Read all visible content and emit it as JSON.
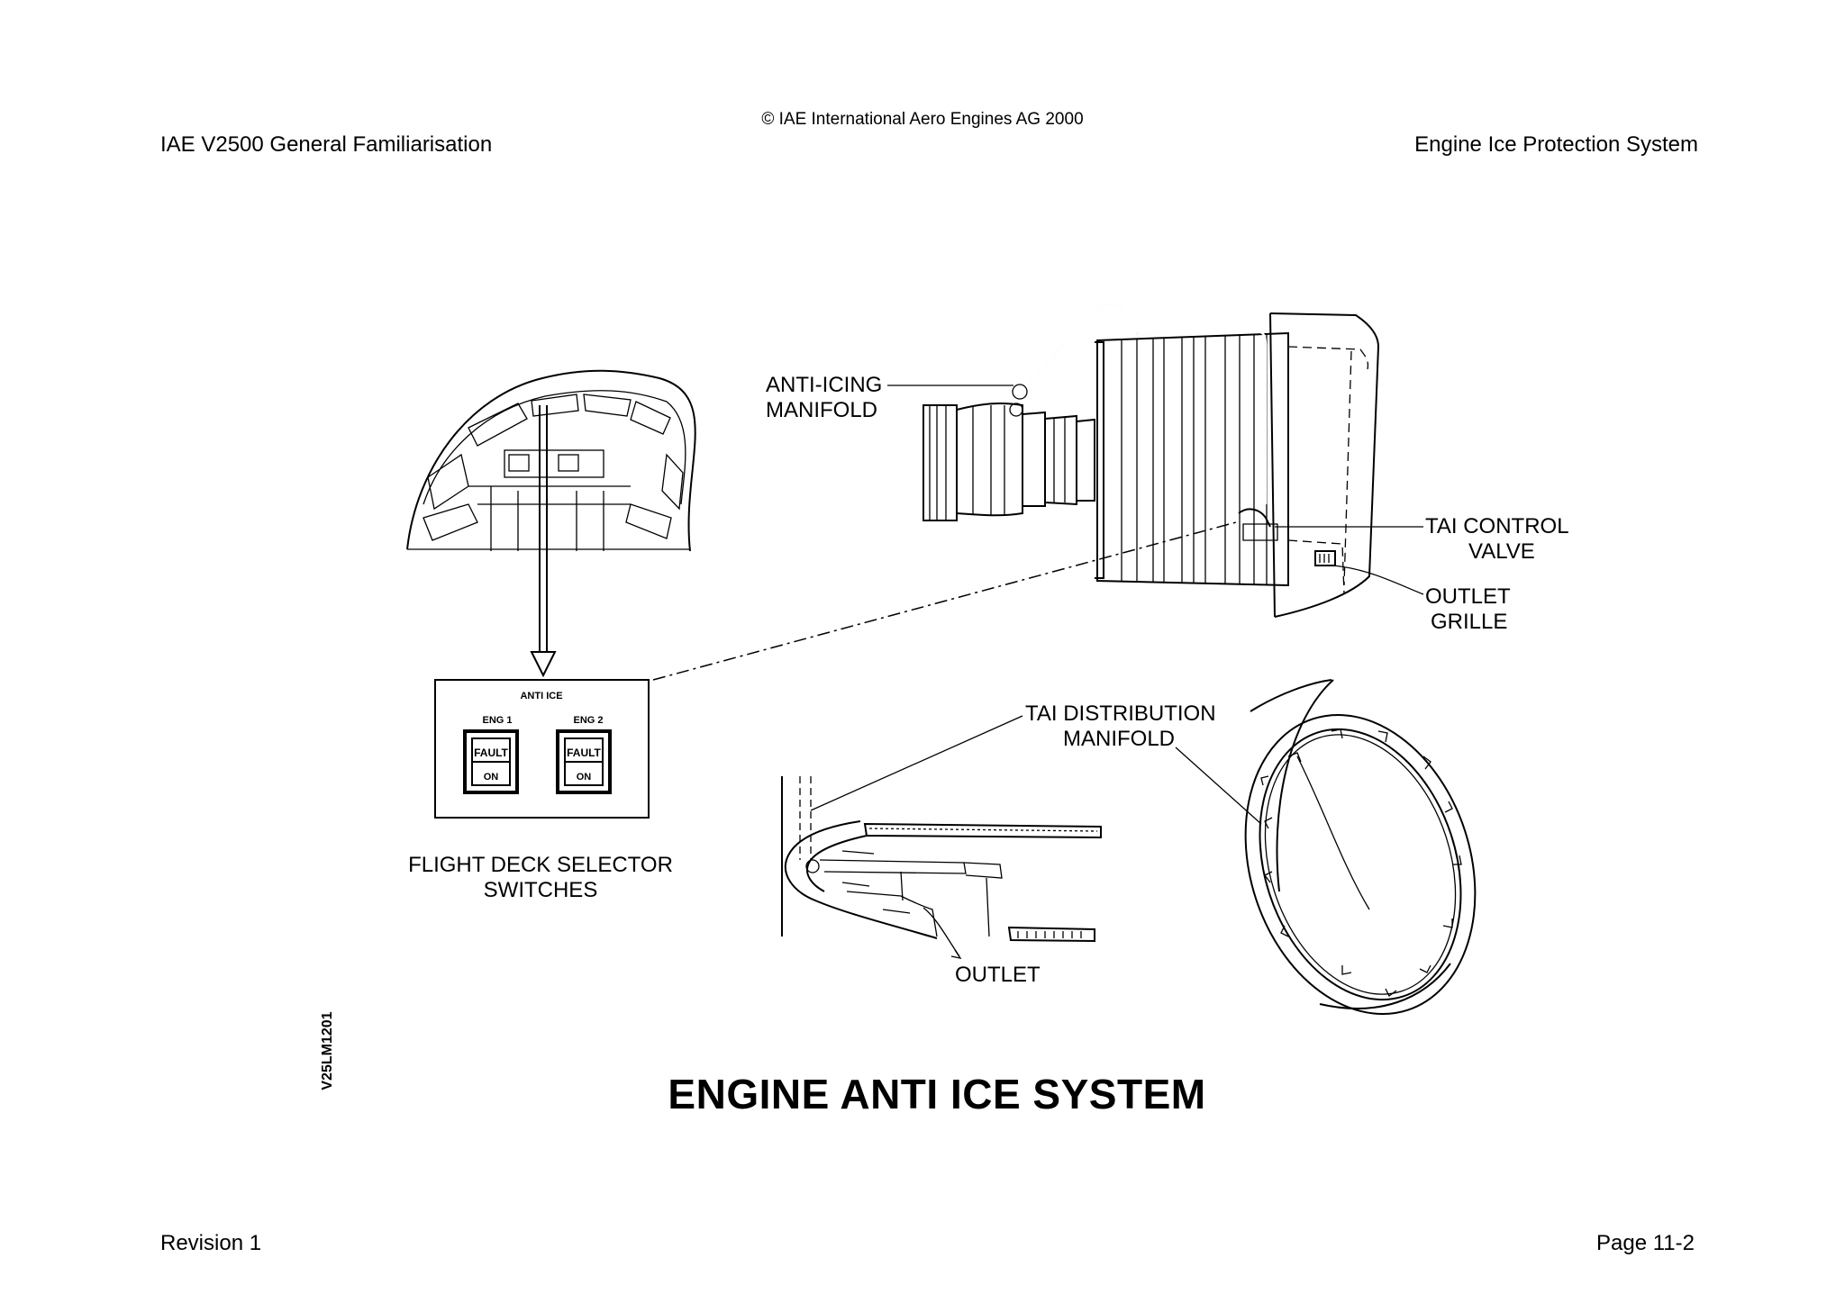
{
  "header": {
    "copyright": "© IAE International Aero Engines AG 2000",
    "left_title": "IAE V2500 General Familiarisation",
    "right_title": "Engine Ice Protection System"
  },
  "footer": {
    "revision": "Revision 1",
    "page": "Page 11-2"
  },
  "figure": {
    "id": "V25LM1201",
    "title": "ENGINE ANTI ICE SYSTEM"
  },
  "labels": {
    "anti_icing_manifold": [
      "ANTI-ICING",
      "MANIFOLD"
    ],
    "tai_control_valve": [
      "TAI CONTROL",
      "VALVE"
    ],
    "outlet_grille": [
      "OUTLET",
      "GRILLE"
    ],
    "tai_distribution_manifold": [
      "TAI DISTRIBUTION",
      "MANIFOLD"
    ],
    "outlet": "OUTLET",
    "flight_deck_selector_switches": [
      "FLIGHT DECK SELECTOR",
      "SWITCHES"
    ]
  },
  "panel": {
    "title": "ANTI ICE",
    "switches": [
      {
        "label": "ENG 1",
        "fault": "FAULT",
        "on": "ON"
      },
      {
        "label": "ENG 2",
        "fault": "FAULT",
        "on": "ON"
      }
    ]
  }
}
